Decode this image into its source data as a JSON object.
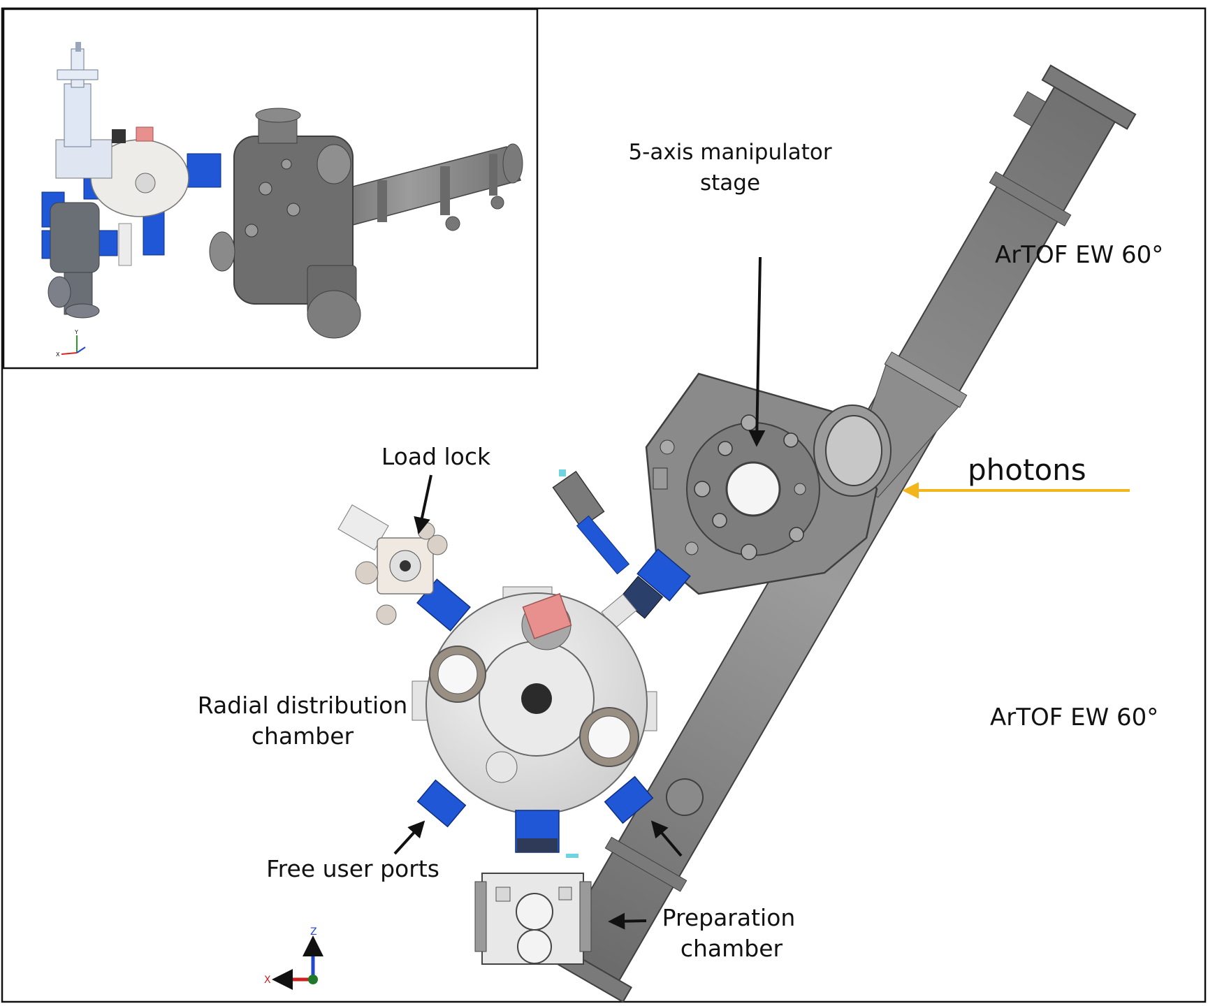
{
  "labels": {
    "manipulator": [
      "5-axis manipulator",
      "stage"
    ],
    "artof_upper": "ArTOF EW 60°",
    "artof_lower": "ArTOF EW 60°",
    "photons": "photons",
    "load_lock": "Load lock",
    "radial": [
      "Radial distribution",
      "chamber"
    ],
    "free_ports": "Free user ports",
    "preparation": [
      "Preparation",
      "chamber"
    ]
  },
  "axes": {
    "inset": {
      "x": "X",
      "y": "Y"
    },
    "main": {
      "x": "X",
      "z": "Z"
    }
  },
  "colors": {
    "steel": "#8c8c8c",
    "steel_dark": "#5e5e5e",
    "steel_light": "#b9b9b9",
    "silver": "#e2e2e2",
    "gate_blue": "#1f57d6",
    "gasket_pink": "#e8908e",
    "photon_arrow": "#f2b51c",
    "ink": "#111111"
  }
}
